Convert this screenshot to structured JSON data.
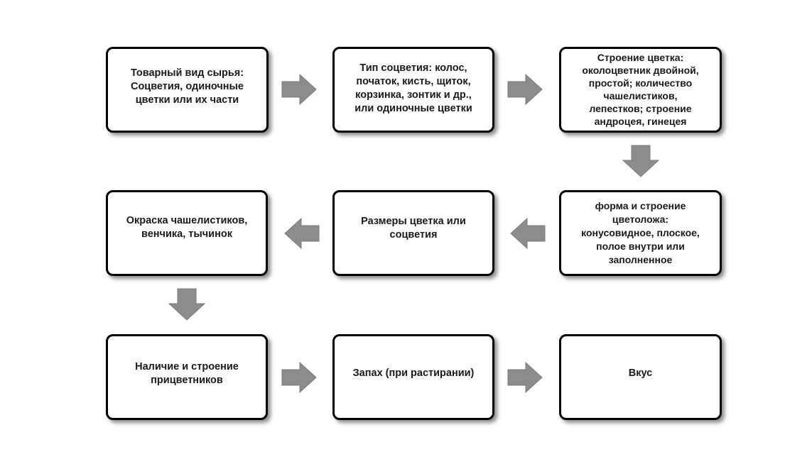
{
  "diagram": {
    "nodes": [
      {
        "id": "b1",
        "lines": [
          "Товарный вид сырья:",
          "Соцветия, одиночные",
          "цветки или их части"
        ]
      },
      {
        "id": "b2",
        "lines": [
          "Тип соцветия: колос,",
          "початок, кисть, щиток,",
          "корзинка, зонтик и др.,",
          "или одиночные цветки"
        ]
      },
      {
        "id": "b3",
        "lines": [
          "Строение цветка:",
          "околоцветник двойной,",
          "простой; количество",
          "чашелистиков,",
          "лепестков; строение",
          "андроцея, гинецея"
        ]
      },
      {
        "id": "b4",
        "lines": [
          "Окраска чашелистиков,",
          "венчика, тычинок"
        ]
      },
      {
        "id": "b5",
        "lines": [
          "Размеры цветка или",
          "соцветия"
        ]
      },
      {
        "id": "b6",
        "lines": [
          "форма и строение",
          "цветоложа:",
          "конусовидное, плоское,",
          "полое внутри или",
          "заполненное"
        ]
      },
      {
        "id": "b7",
        "lines": [
          "Наличие и строение",
          "прицветников"
        ]
      },
      {
        "id": "b8",
        "lines": [
          "Запах (при растирании)"
        ]
      },
      {
        "id": "b9",
        "lines": [
          "Вкус"
        ]
      }
    ],
    "edges": [
      {
        "from": "b1",
        "to": "b2",
        "direction": "right"
      },
      {
        "from": "b2",
        "to": "b3",
        "direction": "right"
      },
      {
        "from": "b3",
        "to": "b6",
        "direction": "down"
      },
      {
        "from": "b6",
        "to": "b5",
        "direction": "left"
      },
      {
        "from": "b5",
        "to": "b4",
        "direction": "left"
      },
      {
        "from": "b4",
        "to": "b7",
        "direction": "down"
      },
      {
        "from": "b7",
        "to": "b8",
        "direction": "right"
      },
      {
        "from": "b8",
        "to": "b9",
        "direction": "right"
      }
    ],
    "arrow_color": "#8c8c8c",
    "box_border_color": "#000000"
  }
}
